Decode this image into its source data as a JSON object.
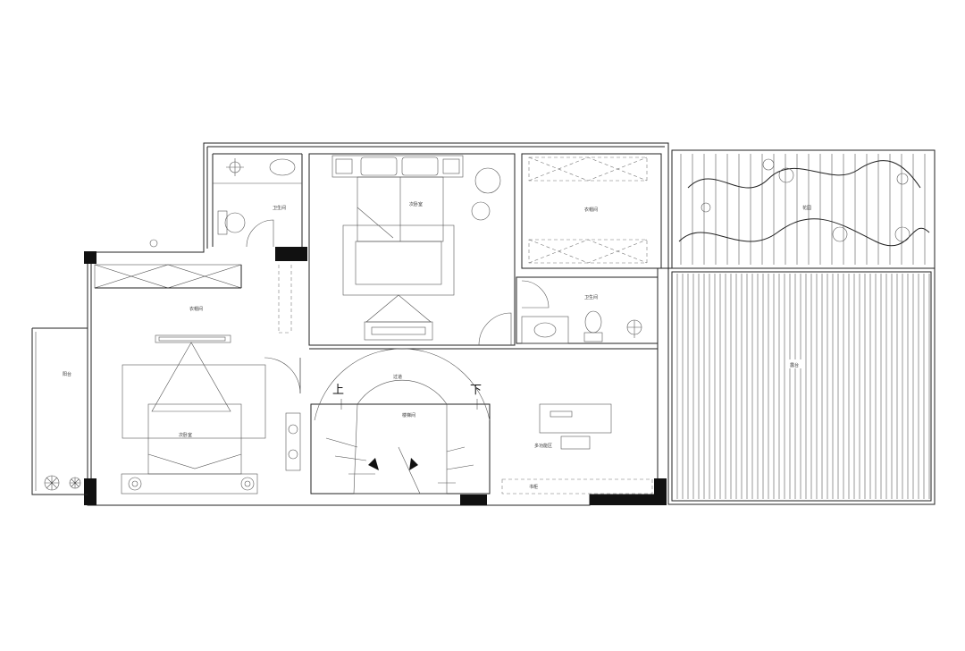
{
  "plan": {
    "stair_labels": {
      "up": "上",
      "down": "下"
    },
    "room_labels": {
      "master_bathroom": "卫生间",
      "master_bedroom": "次卧室",
      "walk_in_closet": "衣帽间",
      "bathroom_2": "卫生间",
      "hall": "过道",
      "stairwell": "楼梯间",
      "study": "多功能区",
      "cabinet": "书柜",
      "dressing_room": "衣帽间",
      "second_bedroom": "次卧室",
      "balcony_left": "阳台",
      "terrace_garden": "花园",
      "terrace": "露台"
    }
  }
}
